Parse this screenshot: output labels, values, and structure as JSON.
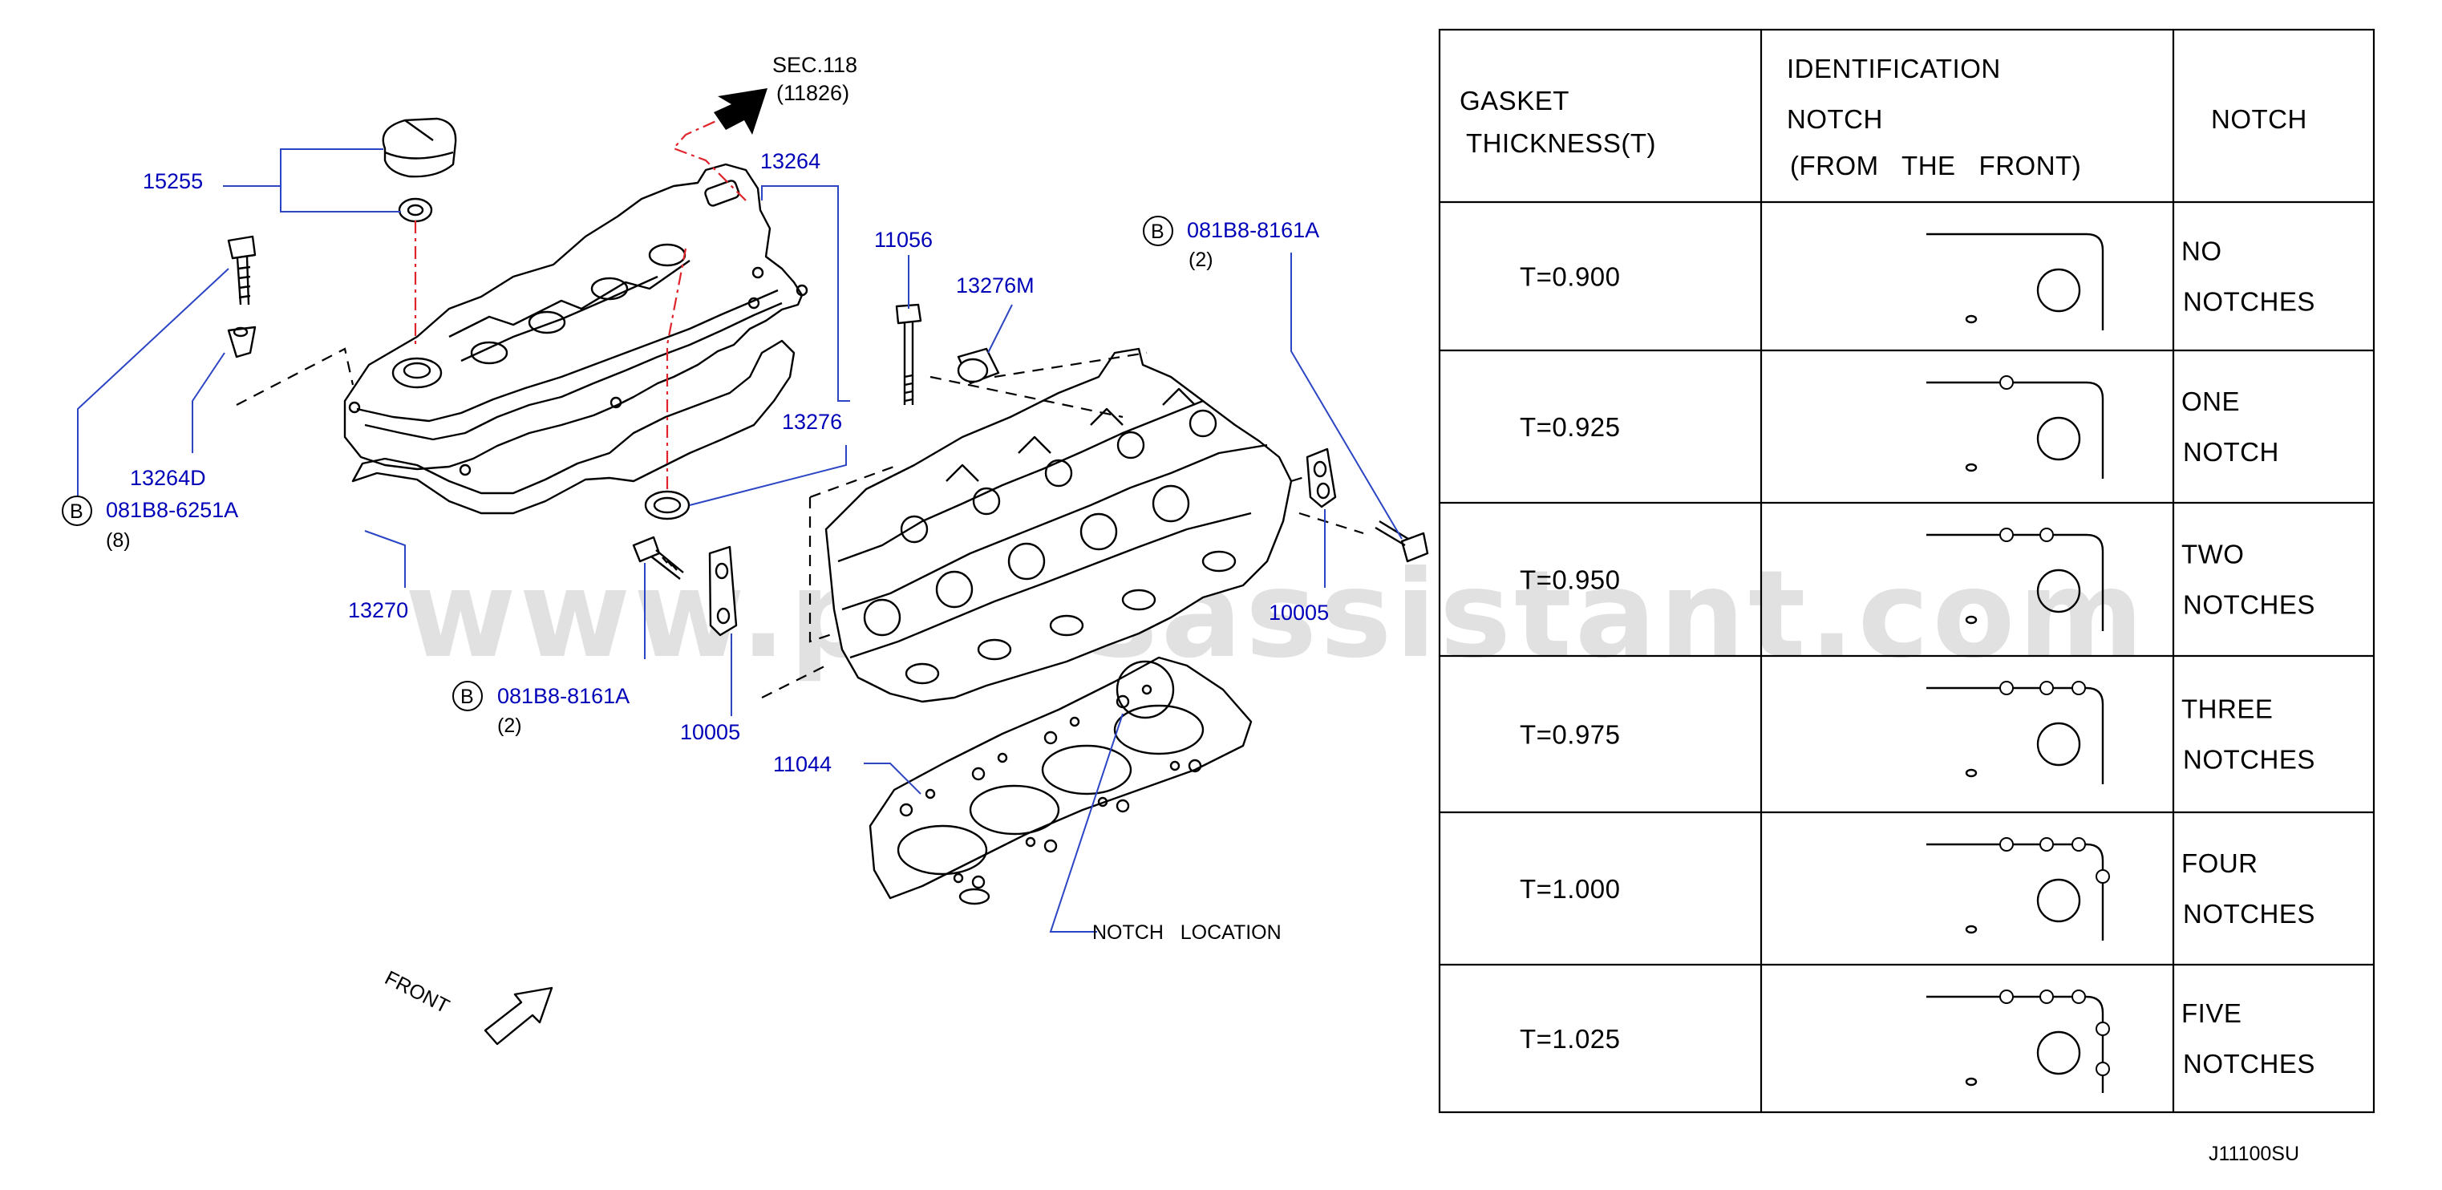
{
  "watermark": "www.partsassistant.com",
  "callouts": {
    "sec": "SEC.118",
    "sec_sub": "(11826)",
    "p15255": "15255",
    "p13264": "13264",
    "p11056": "11056",
    "p13276M": "13276M",
    "bolt_top_letter": "B",
    "bolt_top": "081B8-8161A",
    "bolt_top_qty": "(2)",
    "p13264D": "13264D",
    "bolt_left_letter": "B",
    "bolt_left": "081B8-6251A",
    "bolt_left_qty": "(8)",
    "p13276": "13276",
    "p13270": "13270",
    "bolt_mid_letter": "B",
    "bolt_mid": "081B8-8161A",
    "bolt_mid_qty": "(2)",
    "p10005_left": "10005",
    "p10005_right": "10005",
    "p11044": "11044",
    "notch_location": "NOTCH   LOCATION",
    "front": "FRONT"
  },
  "table": {
    "header": {
      "col1_line1": "GASKET",
      "col1_line2": "THICKNESS(T)",
      "col2_line1": "IDENTIFICATION",
      "col2_line2": "NOTCH",
      "col2_line3": "(FROM   THE   FRONT)",
      "col3": "NOTCH"
    },
    "rows": [
      {
        "thickness": "T=0.900",
        "notch_count": 0,
        "line1": "NO",
        "line2": "NOTCHES"
      },
      {
        "thickness": "T=0.925",
        "notch_count": 1,
        "line1": "ONE",
        "line2": "NOTCH"
      },
      {
        "thickness": "T=0.950",
        "notch_count": 2,
        "line1": "TWO",
        "line2": "NOTCHES"
      },
      {
        "thickness": "T=0.975",
        "notch_count": 3,
        "line1": "THREE",
        "line2": "NOTCHES"
      },
      {
        "thickness": "T=1.000",
        "notch_count": 4,
        "line1": "FOUR",
        "line2": "NOTCHES"
      },
      {
        "thickness": "T=1.025",
        "notch_count": 5,
        "line1": "FIVE",
        "line2": "NOTCHES"
      }
    ]
  },
  "figure_code": "J11100SU"
}
